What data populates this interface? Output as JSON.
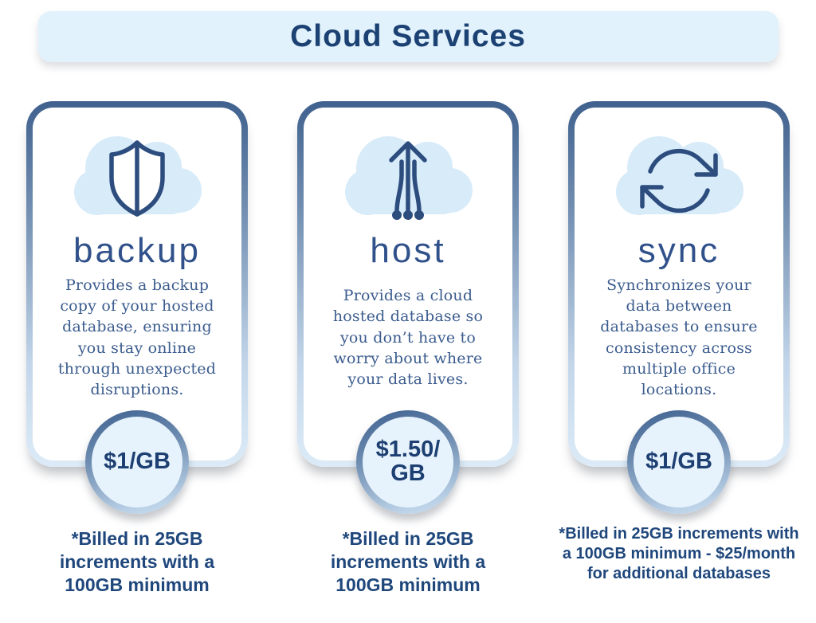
{
  "header": {
    "title": "Cloud Services"
  },
  "cards": [
    {
      "title": "backup",
      "icon": "shield-cloud-icon",
      "description": "Provides a backup copy of your hosted database, ensuring you stay online through unexpected disruptions.",
      "price": {
        "line1": "$1/GB",
        "line2": ""
      },
      "footnote": "*Billed in 25GB increments with a 100GB minimum"
    },
    {
      "title": "host",
      "icon": "upload-cloud-icon",
      "description": "Provides a cloud hosted database so you don’t have to worry about where your data lives.",
      "price": {
        "line1": "$1.50/",
        "line2": "GB"
      },
      "footnote": "*Billed in 25GB increments with a 100GB minimum"
    },
    {
      "title": "sync",
      "icon": "sync-cloud-icon",
      "description": "Synchronizes your data between databases to ensure consistency across multiple office locations.",
      "price": {
        "line1": "$1/GB",
        "line2": ""
      },
      "footnote": "*Billed in 25GB increments with a 100GB minimum - $25/month for additional databases"
    }
  ],
  "colors": {
    "header_bg": "#e1f2fc",
    "navy_text": "#1c4173",
    "title_text": "#30518a",
    "description_text": "#3b5c8e",
    "card_border_top": "#40618e",
    "card_border_bottom": "#dcebf7",
    "cloud_fill": "#d7ebf9",
    "icon_stroke": "#2d4d7e",
    "circle_fill": "#e7f3fc"
  }
}
